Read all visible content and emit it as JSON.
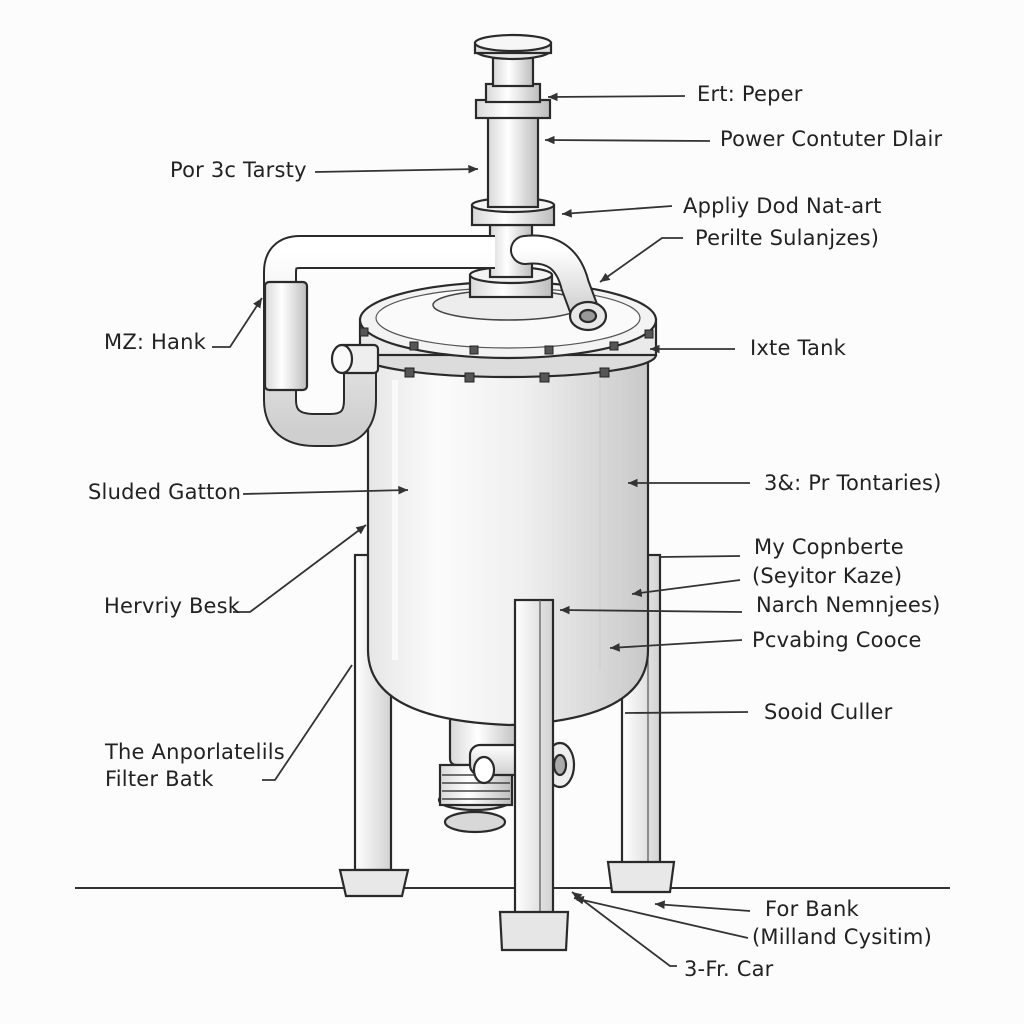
{
  "labels": {
    "ert_peper": "Ert: Peper",
    "power_contuter_dlair": "Power Contuter Dlair",
    "por_3c_tarsty": "Por 3c Tarsty",
    "apply_dod": "Appliy Dod Nat-art",
    "perilte": "Perilte Sulanjzes)",
    "mz_hank": "MZ: Hank",
    "ixte_tank": "Ixte Tank",
    "sluded_gatton": "Sluded Gatton",
    "pr_tontaries": "3&: Pr Tontaries)",
    "my_copnberte": "My Copnberte",
    "seyitor_kaze": "(Seyitor Kaze)",
    "narch_nemnjees": "Narch Nemnjees)",
    "hervriy_besk": "Hervriy Besk",
    "pcvabing_cooce": "Pcvabing Cooce",
    "the_anporlatelils": "The Anporlatelils",
    "filter_batk": "Filter Batk",
    "sooid_culler": "Sooid Culler",
    "for_bank": "For Bank",
    "milland_cysitim": "(Milland Cysitim)",
    "fr_car": "3-Fr. Car"
  }
}
